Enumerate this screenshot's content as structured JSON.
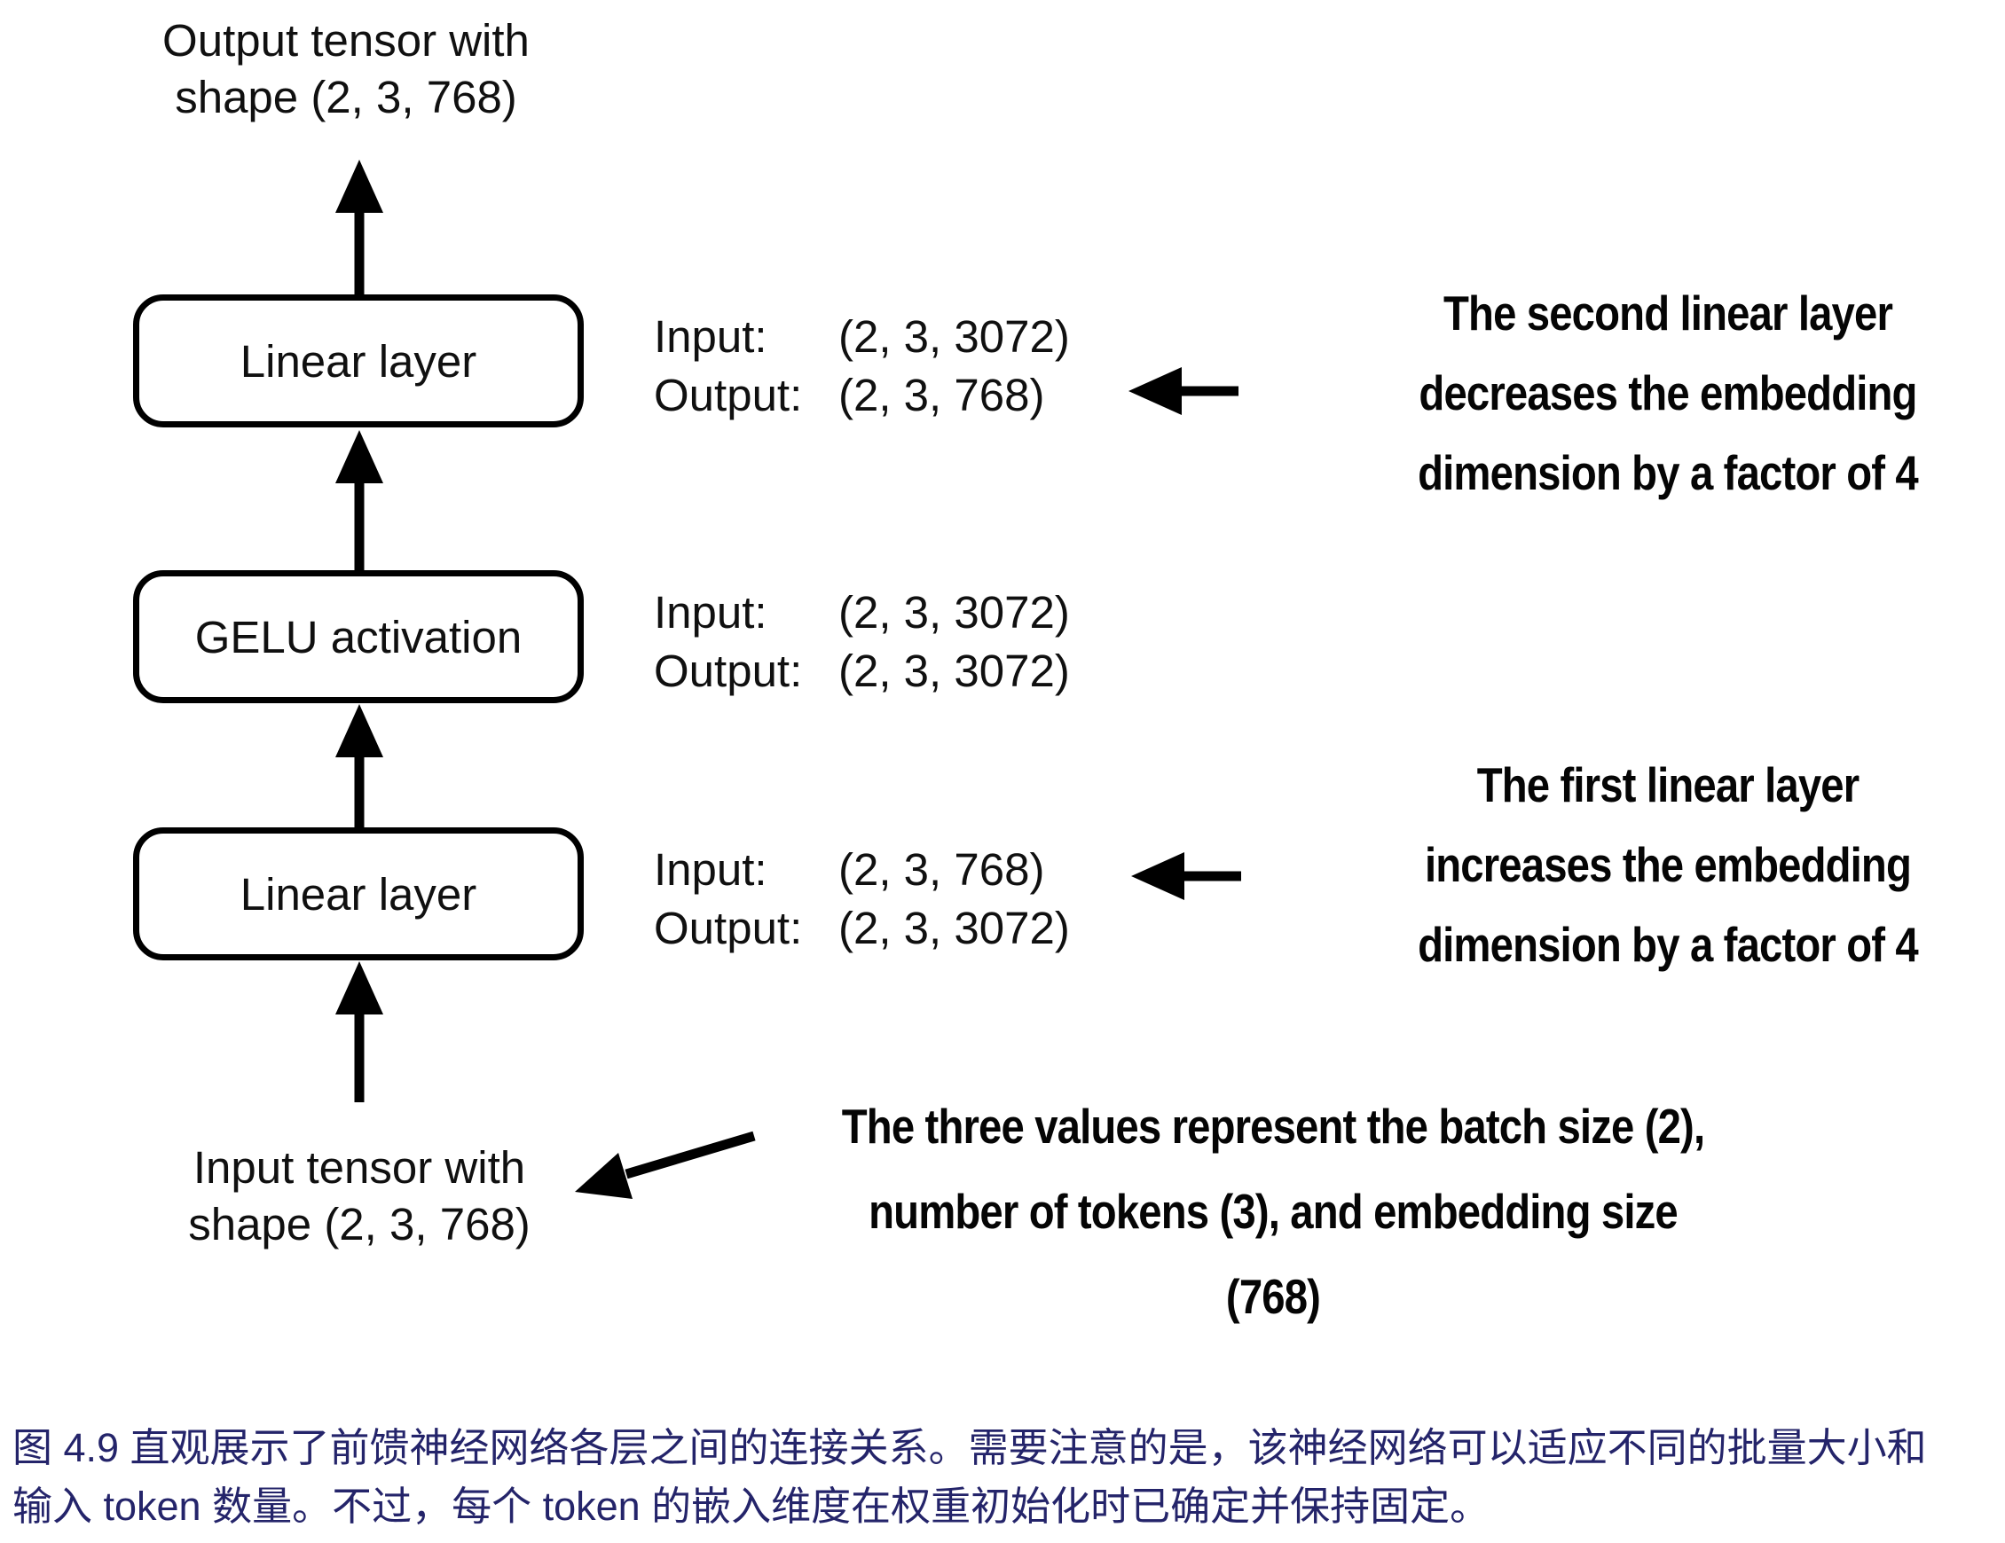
{
  "diagram": {
    "output_tensor": {
      "line1": "Output tensor with",
      "line2": "shape (2, 3, 768)"
    },
    "input_tensor": {
      "line1": "Input tensor with",
      "line2": "shape (2, 3, 768)"
    },
    "boxes": [
      {
        "label": "Linear layer",
        "io": {
          "input_label": "Input:",
          "input_value": "(2, 3, 3072)",
          "output_label": "Output:",
          "output_value": "(2, 3, 768)"
        }
      },
      {
        "label": "GELU activation",
        "io": {
          "input_label": "Input:",
          "input_value": "(2, 3, 3072)",
          "output_label": "Output:",
          "output_value": "(2, 3, 3072)"
        }
      },
      {
        "label": "Linear layer",
        "io": {
          "input_label": "Input:",
          "input_value": "(2, 3, 768)",
          "output_label": "Output:",
          "output_value": "(2, 3, 3072)"
        }
      }
    ],
    "annotations": {
      "second_linear": {
        "line1": "The second linear layer",
        "line2": "decreases the embedding",
        "line3": "dimension by a factor of 4"
      },
      "first_linear": {
        "line1": "The first linear layer",
        "line2": "increases the embedding",
        "line3": "dimension by a factor of 4"
      },
      "batch_explain": {
        "line1": "The three values represent the batch size (2),",
        "line2": "number of tokens (3), and embedding size",
        "line3": "(768)"
      }
    }
  },
  "caption": {
    "line1": "图 4.9 直观展示了前馈神经网络各层之间的连接关系。需要注意的是，该神经网络可以适应不同的批量大小和",
    "line2": "输入 token 数量。不过，每个 token 的嵌入维度在权重初始化时已确定并保持固定。"
  },
  "colors": {
    "ink": "#000000",
    "caption_text": "#24246a",
    "background": "#ffffff"
  }
}
